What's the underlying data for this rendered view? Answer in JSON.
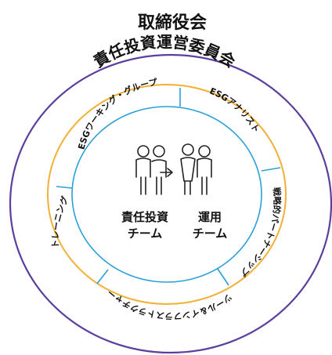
{
  "colors": {
    "outer_ring": "#5b3f9e",
    "middle_ring": "#f2b035",
    "inner_ring": "#2b9fd8"
  },
  "board": {
    "label": "取締役会"
  },
  "committee": {
    "label": "責任投資運営委員会"
  },
  "segments": {
    "working_group": "ESGワーキング・グループ",
    "analyst": "ESGアナリスト",
    "partnership": "戦略的パートナーシップ",
    "tools": "ツール＆インフラストラクチャー",
    "training": "トレーニング"
  },
  "teams": {
    "responsible_investment": {
      "line1": "責任投資",
      "line2": "チーム"
    },
    "investment": {
      "line1": "運用",
      "line2": "チーム"
    }
  },
  "center_icon": "team-people-icon"
}
